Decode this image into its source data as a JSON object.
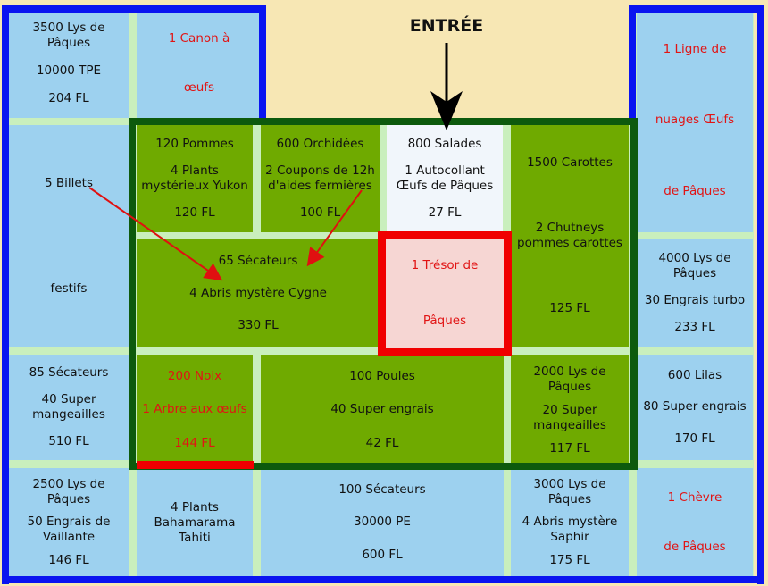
{
  "entrance": "ENTRÉE",
  "cells": [
    {
      "id": "top-left",
      "lines": [
        "3500 Lys de Pâques",
        "10000 TPE",
        "204 FL"
      ],
      "style": "blue",
      "red": false
    },
    {
      "id": "egg-cannon",
      "lines": [
        "1 Canon à",
        "œufs"
      ],
      "style": "blue",
      "red": true
    },
    {
      "id": "easter-cloud",
      "lines": [
        "1 Ligne de",
        "nuages Œufs",
        "de Pâques"
      ],
      "style": "blue",
      "red": true
    },
    {
      "id": "festive-tickets",
      "lines": [
        "5 Billets",
        "festifs"
      ],
      "style": "blue",
      "red": false
    },
    {
      "id": "apples",
      "lines": [
        "120 Pommes",
        "4 Plants mystérieux Yukon",
        "120 FL"
      ],
      "style": "green",
      "red": false
    },
    {
      "id": "orchids",
      "lines": [
        "600 Orchidées",
        "2 Coupons de 12h d'aides fermières",
        "100 FL"
      ],
      "style": "green",
      "red": false
    },
    {
      "id": "salads",
      "lines": [
        "800 Salades",
        "1 Autocollant Œufs de Pâques",
        "27 FL"
      ],
      "style": "white",
      "red": false
    },
    {
      "id": "carrots",
      "lines": [
        "1500 Carottes",
        "2 Chutneys pommes carottes",
        "125 FL"
      ],
      "style": "green",
      "red": false
    },
    {
      "id": "pruners-cygne",
      "lines": [
        "65 Sécateurs",
        "4 Abris mystère Cygne",
        "330 FL"
      ],
      "style": "green",
      "red": false
    },
    {
      "id": "treasure",
      "lines": [
        "1 Trésor de",
        "Pâques"
      ],
      "style": "pink",
      "red": true
    },
    {
      "id": "right-lilies",
      "lines": [
        "4000 Lys de Pâques",
        "30 Engrais turbo",
        "233 FL"
      ],
      "style": "blue",
      "red": false
    },
    {
      "id": "left-pruners",
      "lines": [
        "85 Sécateurs",
        "40 Super mangeailles",
        "510 FL"
      ],
      "style": "blue",
      "red": false
    },
    {
      "id": "nuts",
      "lines": [
        "200 Noix",
        "1 Arbre aux œufs",
        "144 FL"
      ],
      "style": "green",
      "red": true
    },
    {
      "id": "hens",
      "lines": [
        "100 Poules",
        "40 Super engrais",
        "42 FL"
      ],
      "style": "green",
      "red": false
    },
    {
      "id": "lilies-mid",
      "lines": [
        "2000 Lys de Pâques",
        "20 Super mangeailles",
        "117 FL"
      ],
      "style": "green",
      "red": false
    },
    {
      "id": "lilacs",
      "lines": [
        "600 Lilas",
        "80 Super engrais",
        "170 FL"
      ],
      "style": "blue",
      "red": false
    },
    {
      "id": "bottom-left",
      "lines": [
        "2500 Lys de Pâques",
        "50 Engrais de Vaillante",
        "146 FL"
      ],
      "style": "blue",
      "red": false
    },
    {
      "id": "bahamarama",
      "lines": [
        "4 Plants Bahamarama Tahiti"
      ],
      "style": "blue",
      "red": false
    },
    {
      "id": "bottom-pruners",
      "lines": [
        "100 Sécateurs",
        "30000 PE",
        "600 FL"
      ],
      "style": "blue",
      "red": false
    },
    {
      "id": "sapphire",
      "lines": [
        "3000 Lys de Pâques",
        "4 Abris mystère Saphir",
        "175 FL"
      ],
      "style": "blue",
      "red": false
    },
    {
      "id": "easter-goat",
      "lines": [
        "1 Chèvre",
        "de Pâques"
      ],
      "style": "blue",
      "red": true
    }
  ],
  "colors": {
    "background": "#f7e7b4",
    "blue_cell": "#9dd1ef",
    "green_cell": "#6faa00",
    "gap": "#c9efbd",
    "blue_frame": "#0a14f0",
    "green_frame": "#0d5a0d",
    "red": "#f00000"
  }
}
